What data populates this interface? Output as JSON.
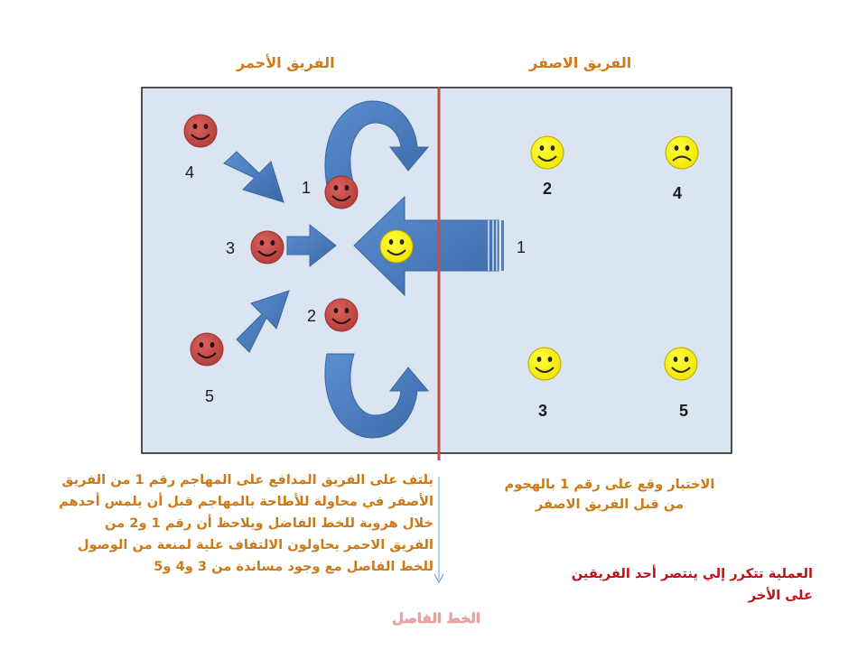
{
  "teams": {
    "red_title": "الفريق الأحمر",
    "yellow_title": "الفريق الاصفر"
  },
  "players": {
    "red": [
      {
        "label": "4"
      },
      {
        "label": "1"
      },
      {
        "label": "3"
      },
      {
        "label": "2"
      },
      {
        "label": "5"
      }
    ],
    "yellow": [
      {
        "label": "1"
      },
      {
        "label": "2"
      },
      {
        "label": "4"
      },
      {
        "label": "3"
      },
      {
        "label": "5"
      }
    ]
  },
  "notes": {
    "left_lines": [
      "يلتف على الفريق المدافع على  المهاجم رقم 1 من الفريق",
      "الأصفر في محاولة للأطاحة بالمهاجم قبل أن يلمس أحدهم",
      "خلال هروبة للخط الفاضل ويلاحظ أن  رقم 1 و2 من",
      "الفريق الاحمر يحاولون الالتفاف علية لمنعة من الوصول",
      "للخط  الفاصل مع وجود مساندة من 3 و4 و5"
    ],
    "right_lines": [
      "الاختيار وقع على رقم 1 بالهجوم",
      "من قبل الفريق الاصفر"
    ],
    "red_lines": [
      "العملية تتكرر إلي ينتصر أحد الفريقين",
      "على الأخر"
    ],
    "divider_label": "الخط الفاصل"
  },
  "colors": {
    "field": "#dbe4f1",
    "field_border": "#1a1a1a",
    "divider": "#c0504d",
    "arrow": "#4f81bd",
    "red_face": "#c0504d",
    "yellow_face": "#ffff00",
    "title": "#d07a18",
    "alert": "#c0101a"
  }
}
